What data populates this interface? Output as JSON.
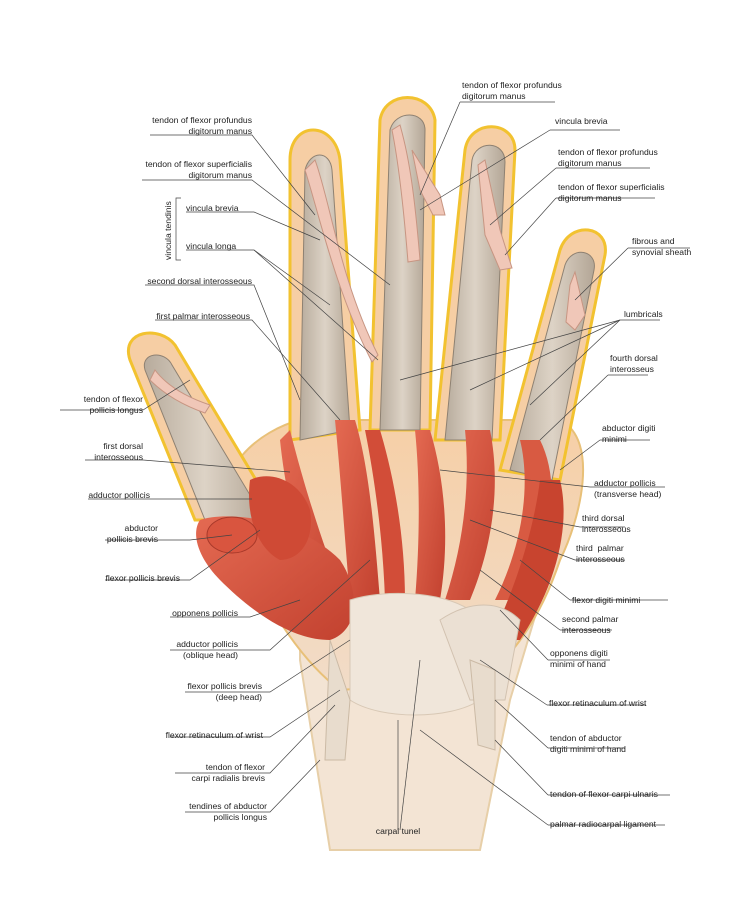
{
  "labels": {
    "l_tfpdm_left": "tendon of flexor profundus\ndigitorum manus",
    "l_tfsdm_left": "tendon of flexor superficialis\ndigitorum manus",
    "l_vinc_brevia_left": "vincula brevia",
    "l_vinc_longa": "vincula longa",
    "l_vinc_tendinis": "vincula tendinis",
    "l_second_dorsal": "second dorsal interosseous",
    "l_first_palmar": "first palmar interosseous",
    "l_tfpl": "tendon of flexor\npollicis longus",
    "l_first_dorsal": "first dorsal\ninterosseous",
    "l_add_poll": "adductor pollicis",
    "l_abd_pb": "abductor\npollicis brevis",
    "l_flex_pb": "flexor pollicis brevis",
    "l_opp_poll": "opponens pollicis",
    "l_add_oblique": "adductor pollicis\n(oblique head)",
    "l_fpb_deep": "flexor pollicis brevis\n(deep head)",
    "l_flex_ret_left": "flexor retinaculum of wrist",
    "l_tfcrb": "tendon of flexor\ncarpi radialis brevis",
    "l_tapl": "tendines of abductor\npollicis longus",
    "l_carpal": "carpal tunel",
    "r_tfpdm_top": "tendon of flexor profundus\ndigitorum manus",
    "r_vinc_brevia": "vincula brevia",
    "r_tfpdm": "tendon of flexor profundus\ndigitorum manus",
    "r_tfsdm": "tendon of flexor superficialis\ndigitorum manus",
    "r_fibrous": "fibrous and\nsynovial sheath",
    "r_lumbricals": "lumbricals",
    "r_fourth_dorsal": "fourth dorsal\ninterosseus",
    "r_abd_dm": "abductor digiti\nminimi",
    "r_add_trans": "adductor pollicis\n(transverse head)",
    "r_third_dorsal": "third dorsal\ninterosseous",
    "r_third_palmar": "third  palmar\ninterosseous",
    "r_flex_dm": "flexor digiti minimi",
    "r_second_palmar": "second palmar\ninterosseous",
    "r_opp_dm": "opponens digiti\nminimi of hand",
    "r_flex_ret": "flexor retinaculum of wrist",
    "r_tadm": "tendon of abductor\ndigiti minimi of hand",
    "r_tfcu": "tendon of flexor carpi ulnaris",
    "r_prl": "palmar radiocarpal ligament"
  },
  "colors": {
    "muscle": "#d9553f",
    "muscle_dark": "#b5392a",
    "tendon": "#cfc3b4",
    "tendon_dark": "#a8998a",
    "sheath": "#f2c230",
    "skin": "#f7d7b8",
    "nail_tip": "#f4c79a",
    "fascia": "#eadccb",
    "leader": "#444444"
  }
}
